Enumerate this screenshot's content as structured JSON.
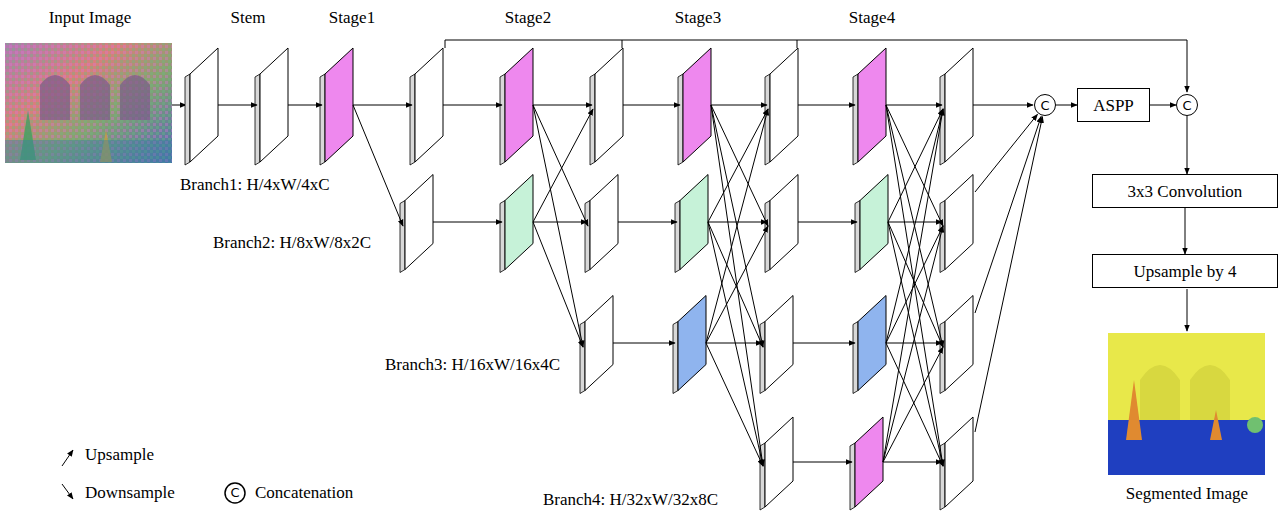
{
  "diagram": {
    "nodes": [
      {
        "text": [
          "C"
        ]
      },
      {
        "text": [
          "ASPP"
        ]
      },
      {
        "text": [
          "C"
        ]
      },
      {
        "text": [
          "3x3 Convolution"
        ]
      },
      {
        "text": [
          "Upsample by 4"
        ]
      }
    ],
    "edges": [
      {
        "from": 0,
        "to": 1,
        "arrow": "to"
      },
      {
        "from": 1,
        "to": 2,
        "arrow": "to"
      },
      {
        "from": 2,
        "to": 3,
        "arrow": "to"
      },
      {
        "from": 3,
        "to": 4,
        "arrow": "to"
      }
    ],
    "labels": [
      "Input Image",
      "Stem",
      "Stage1",
      "Stage2",
      "Stage3",
      "Stage4",
      "Branch1: H/4xW/4xC",
      "Branch2: H/8xW/8x2C",
      "Branch3: H/16xW/16x4C",
      "Branch4: H/32xW/32x8C",
      "Segmented Image",
      "C"
    ],
    "legend": [
      {
        "text": "Upsample"
      },
      {
        "text": "Downsample"
      },
      {
        "text": "Concatenation"
      }
    ]
  }
}
